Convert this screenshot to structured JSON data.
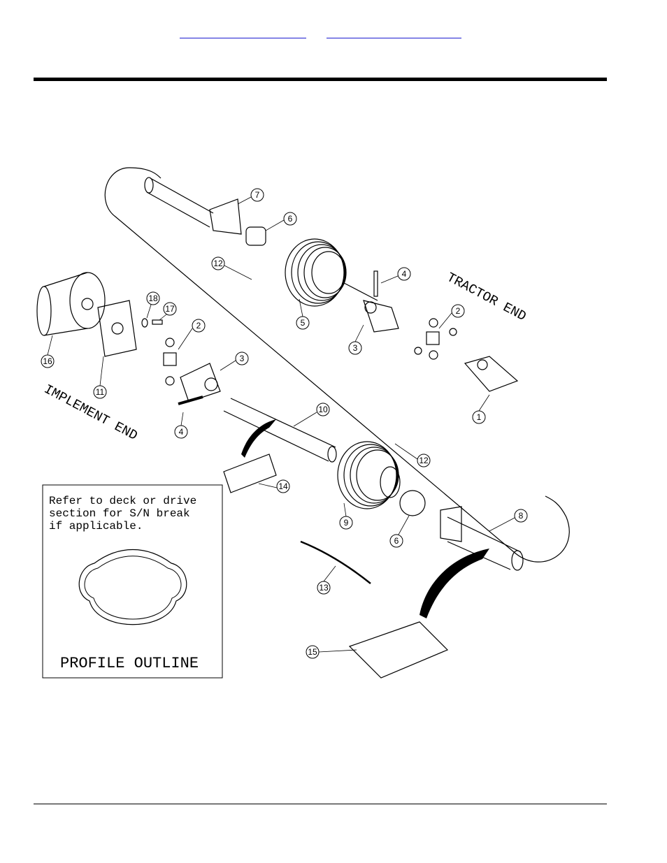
{
  "header": {
    "links": [
      {
        "label": ""
      },
      {
        "label": ""
      }
    ]
  },
  "diagram": {
    "end_labels": {
      "tractor": "TRACTOR END",
      "implement": "IMPLEMENT END"
    },
    "callouts": [
      "1",
      "2",
      "2",
      "3",
      "3",
      "4",
      "4",
      "5",
      "6",
      "6",
      "7",
      "8",
      "9",
      "10",
      "11",
      "12",
      "12",
      "13",
      "14",
      "15",
      "16",
      "17",
      "18"
    ],
    "note": {
      "line1": "Refer to deck or drive",
      "line2": "section for S/N break",
      "line3": "if applicable.",
      "caption": "PROFILE OUTLINE"
    }
  }
}
